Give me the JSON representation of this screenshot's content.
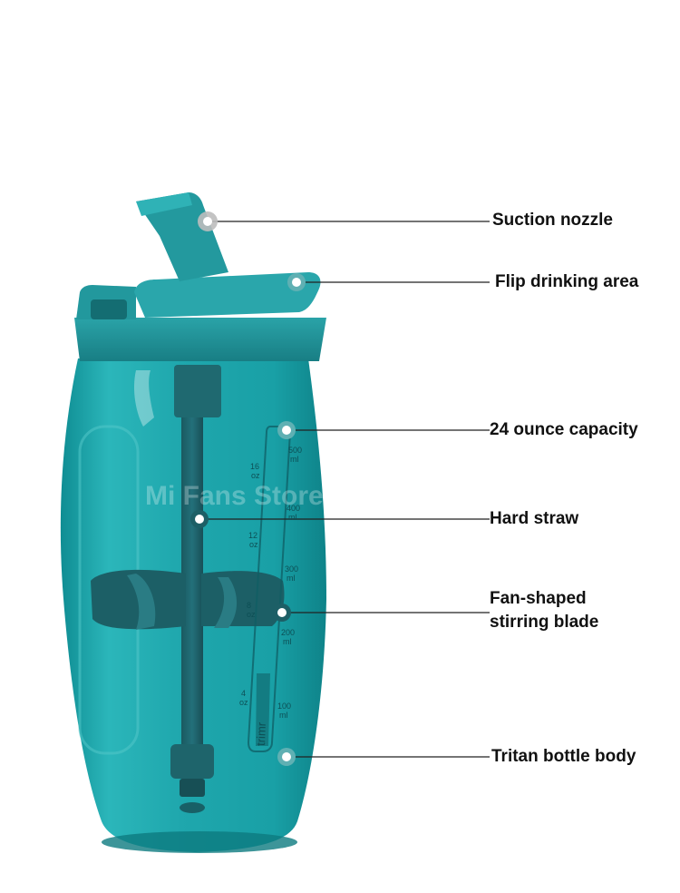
{
  "product": {
    "brand_mark": "trimr",
    "watermark": "Mi Fans Store",
    "colors": {
      "bottle": "#1aa3a8",
      "lid": "#1c8e94",
      "straw": "#1d5f66",
      "background": "#ffffff",
      "leader_line": "#222222"
    }
  },
  "scale": {
    "ml_marks": [
      {
        "value": "500",
        "unit": "ml"
      },
      {
        "value": "400",
        "unit": "ml"
      },
      {
        "value": "300",
        "unit": "ml"
      },
      {
        "value": "200",
        "unit": "ml"
      },
      {
        "value": "100",
        "unit": "ml"
      }
    ],
    "oz_marks": [
      {
        "value": "16",
        "unit": "oz"
      },
      {
        "value": "12",
        "unit": "oz"
      },
      {
        "value": "8",
        "unit": "oz"
      },
      {
        "value": "4",
        "unit": "oz"
      }
    ]
  },
  "callouts": [
    {
      "label": "Suction nozzle"
    },
    {
      "label": "Flip drinking area"
    },
    {
      "label": "24 ounce capacity"
    },
    {
      "label": "Hard straw"
    },
    {
      "label": "Fan-shaped\nstirring blade"
    },
    {
      "label": "Tritan bottle body"
    }
  ]
}
